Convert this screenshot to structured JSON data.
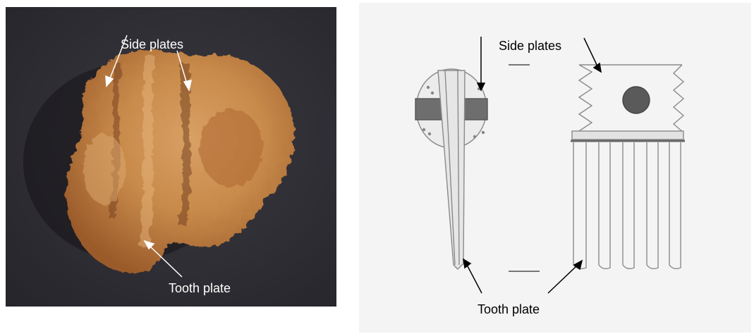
{
  "photo": {
    "labels": {
      "side_plates": "Side plates",
      "tooth_plate": "Tooth plate"
    }
  },
  "sketch": {
    "labels": {
      "side_plates": "Side plates",
      "tooth_plate": "Tooth plate"
    }
  },
  "colors": {
    "photo_background": "#2e2d33",
    "artifact_rust": "#c88a4a",
    "pencil": "#8a8a8a",
    "paper": "#f4f4f4"
  }
}
